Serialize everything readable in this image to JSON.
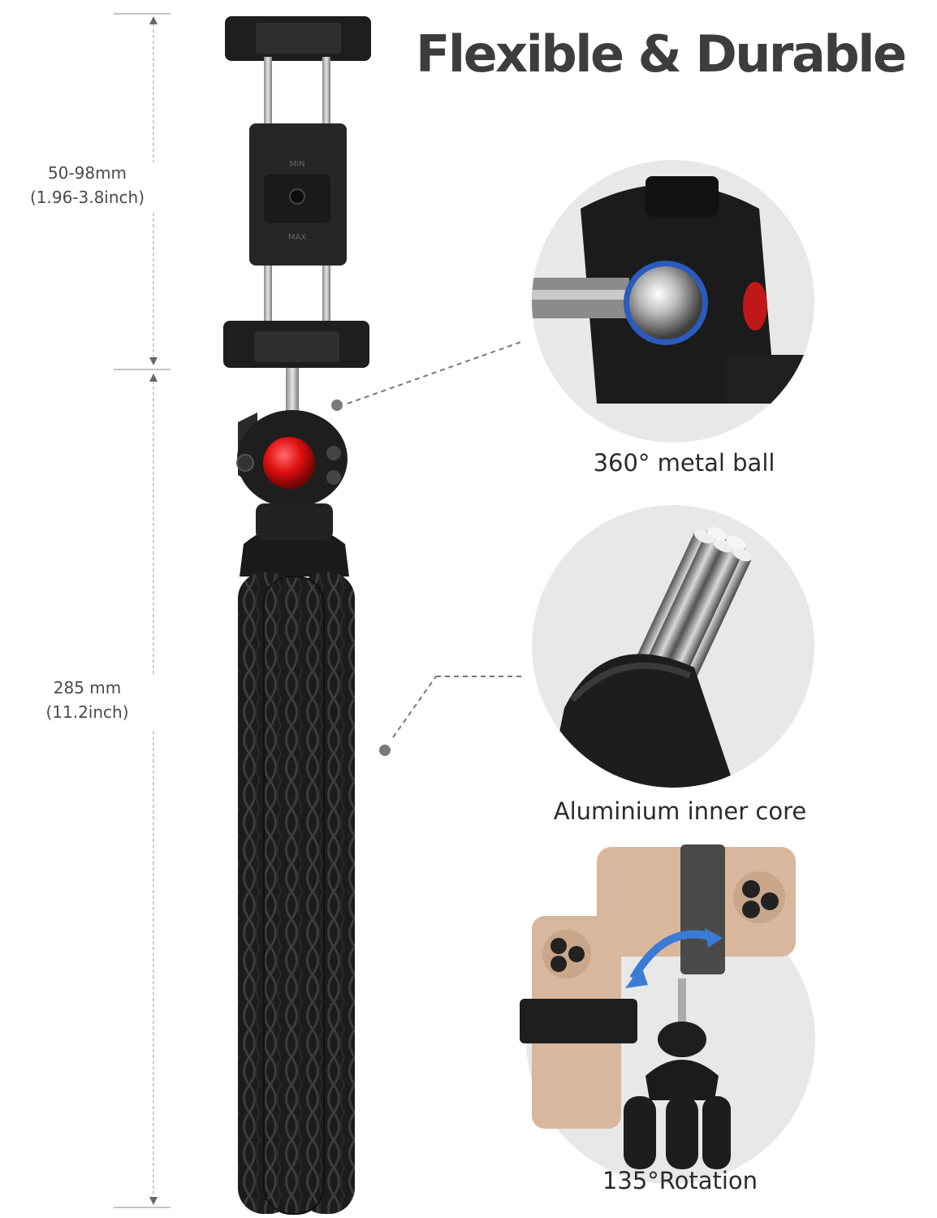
{
  "title": "Flexible & Durable",
  "dimensions": {
    "holder_range_mm": "50-98mm",
    "holder_range_inch": "(1.96-3.8inch)",
    "height_mm": "285 mm",
    "height_inch": "(11.2inch)"
  },
  "holder_markings": {
    "min_label": "MIN",
    "max_label": "MAX"
  },
  "features": [
    {
      "caption": "360° metal ball",
      "icon": "metal-ball-closeup"
    },
    {
      "caption": "Aluminium inner core",
      "icon": "aluminium-core-closeup"
    },
    {
      "caption": "135°Rotation",
      "icon": "rotation-demo"
    }
  ],
  "colors": {
    "title": "#3d3d3d",
    "circle_bg": "#e8e8e8",
    "ball_red": "#e01010",
    "rotation_arrow": "#3a7bd5",
    "phone_bronze": "#d9b79c"
  }
}
